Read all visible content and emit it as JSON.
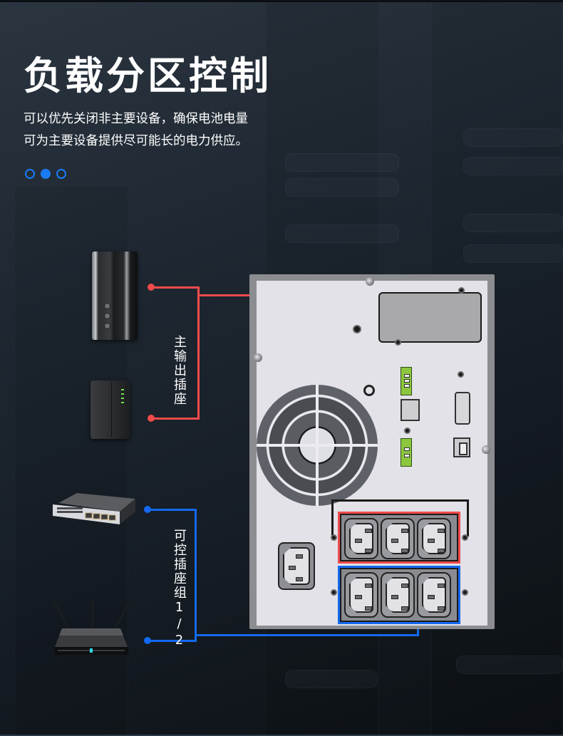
{
  "header": {
    "title": "负载分区控制",
    "description_lines": [
      "可以优先关闭非主要设备，确保电池电量",
      "可为主要设备提供尽可能长的电力供应。"
    ]
  },
  "pagination": {
    "dots": [
      {
        "state": "inactive"
      },
      {
        "state": "active"
      },
      {
        "state": "inactive"
      }
    ],
    "active_index": 1,
    "accent_color": "#1a7cf5"
  },
  "groups": {
    "main_output": {
      "label": "主输出插座",
      "color": "#f04b4b",
      "devices": [
        "tower-server-icon",
        "nas-storage-icon"
      ]
    },
    "controllable": {
      "label": "可控插座组1/2",
      "color": "#1469f0",
      "devices": [
        "network-switch-icon",
        "wifi-router-icon"
      ]
    }
  },
  "ups_panel": {
    "main_outlets": 3,
    "controllable_outlets": 3,
    "components": [
      "cooling-fan",
      "input-inlet",
      "rj45-port",
      "db9-serial-port",
      "usb-b-port",
      "terminal-blocks",
      "cover-plate"
    ]
  }
}
